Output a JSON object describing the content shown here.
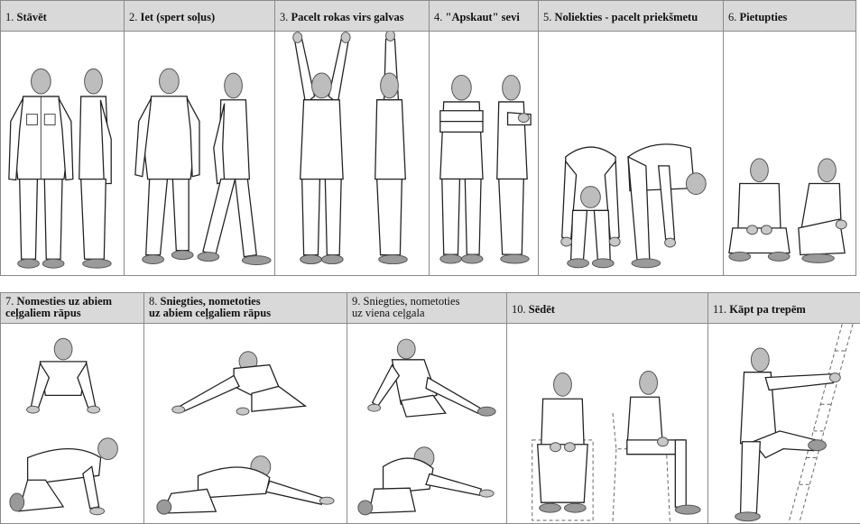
{
  "panels": [
    {
      "num": "1.",
      "title": "Stāvēt",
      "bold": true,
      "line2": ""
    },
    {
      "num": "2.",
      "title": "Iet (spert soļus)",
      "bold": true,
      "line2": ""
    },
    {
      "num": "3.",
      "title": "Pacelt rokas virs galvas",
      "bold": true,
      "line2": ""
    },
    {
      "num": "4.",
      "title": "\"Apskaut\" sevi",
      "bold": true,
      "line2": ""
    },
    {
      "num": "5.",
      "title": "Noliekties - pacelt priekšmetu",
      "bold": true,
      "line2": ""
    },
    {
      "num": "6.",
      "title": "Pietupties",
      "bold": true,
      "line2": ""
    },
    {
      "num": "7.",
      "title": "Nomesties uz abiem",
      "bold": true,
      "line2": "ceļgaliem rāpus"
    },
    {
      "num": "8.",
      "title": "Sniegties, nometoties",
      "bold": true,
      "line2": "uz abiem ceļgaliem rāpus"
    },
    {
      "num": "9.",
      "title": "Sniegties, nometoties",
      "bold": false,
      "line2": "uz viena ceļgala"
    },
    {
      "num": "10.",
      "title": "Sēdēt",
      "bold": true,
      "line2": ""
    },
    {
      "num": "11.",
      "title": "Kāpt pa trepēm",
      "bold": true,
      "line2": ""
    }
  ],
  "icons": {
    "standing": "standing-figure-icon",
    "walking": "walking-figure-icon",
    "arms_up": "arms-raised-figure-icon",
    "hug": "self-hug-figure-icon",
    "bend": "bending-figure-icon",
    "squat": "squatting-figure-icon",
    "crawl": "crawling-figure-icon",
    "reach": "reaching-figure-icon",
    "kneel": "kneeling-figure-icon",
    "sit": "sitting-figure-icon",
    "ladder": "ladder-climbing-figure-icon"
  }
}
